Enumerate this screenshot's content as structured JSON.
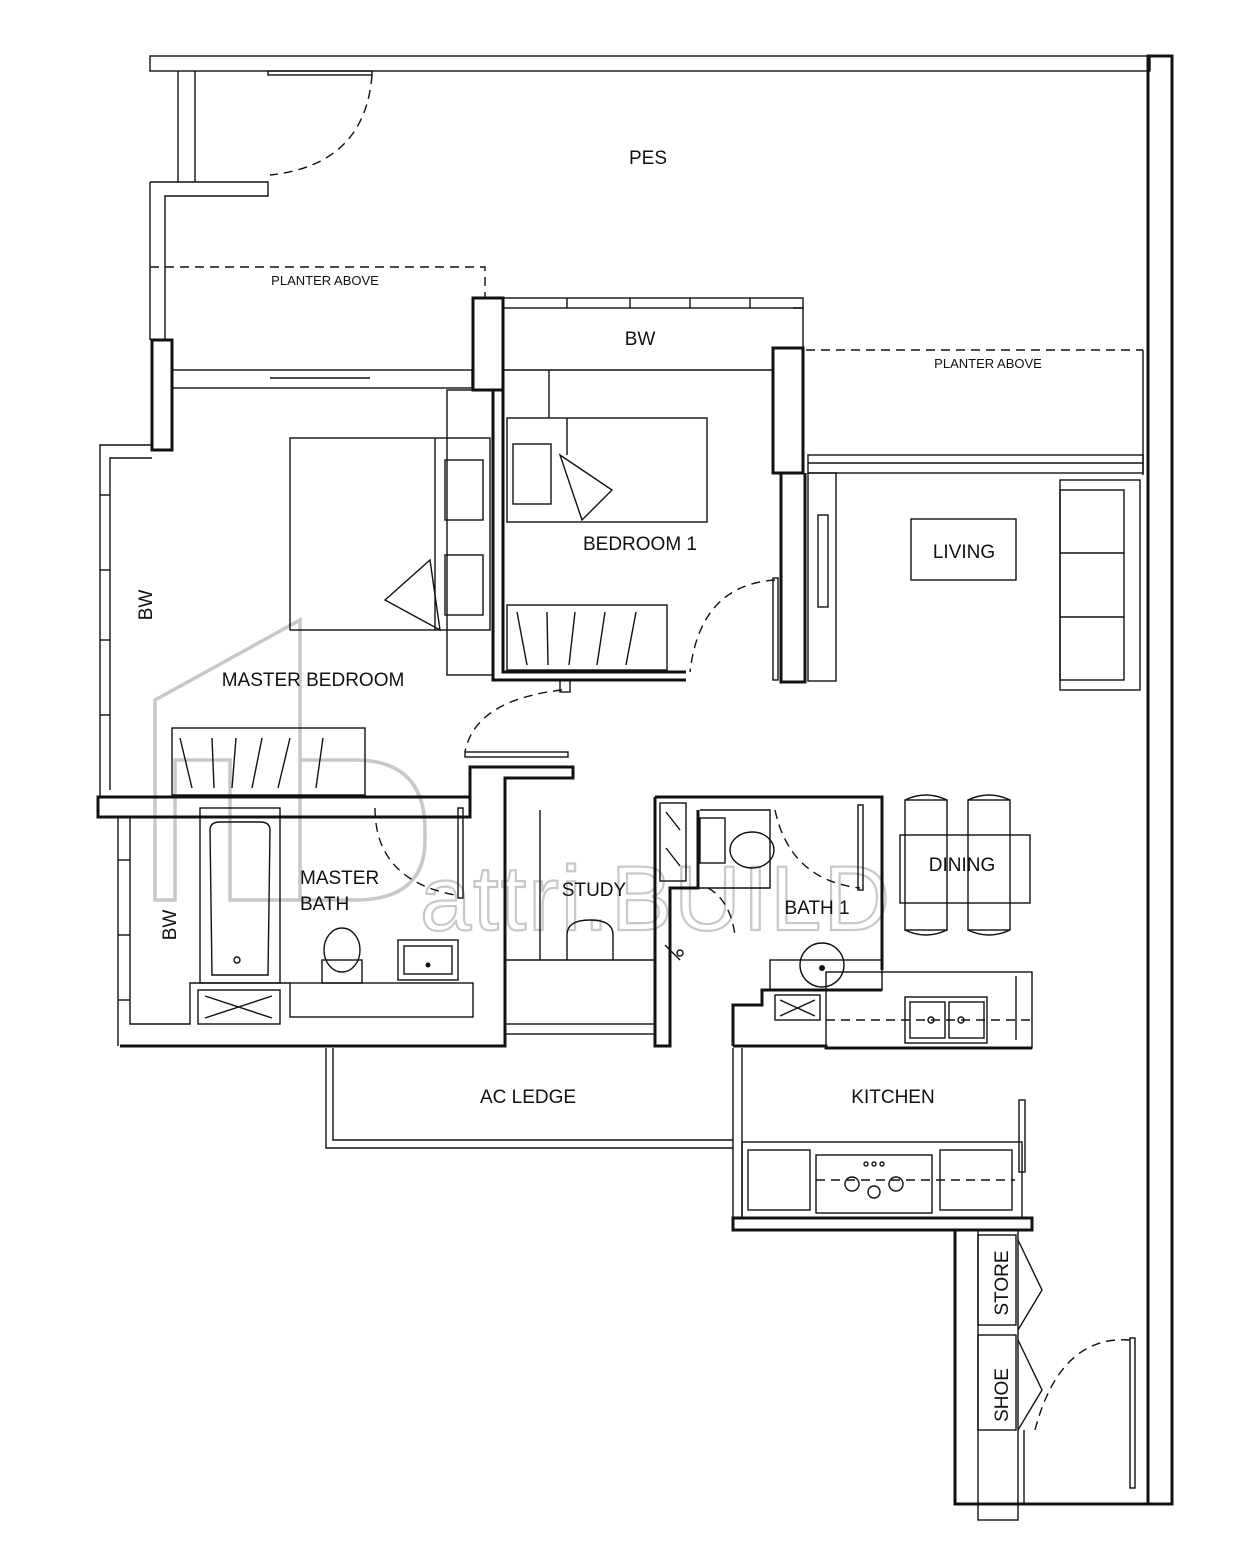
{
  "rooms": {
    "pes": "PES",
    "planter_left": "PLANTER ABOVE",
    "planter_right": "PLANTER ABOVE",
    "bw_top": "BW",
    "bw_left": "BW",
    "bw_lower": "BW",
    "bedroom1": "BEDROOM 1",
    "living": "LIVING",
    "master_bedroom": "MASTER BEDROOM",
    "master_bath_line1": "MASTER",
    "master_bath_line2": "BATH",
    "study": "STUDY",
    "bath1": "BATH 1",
    "dining": "DINING",
    "ac_ledge": "AC LEDGE",
    "kitchen": "KITCHEN",
    "store": "STORE",
    "shoe": "SHOE"
  },
  "watermark": {
    "text": "attri.BUILD"
  }
}
